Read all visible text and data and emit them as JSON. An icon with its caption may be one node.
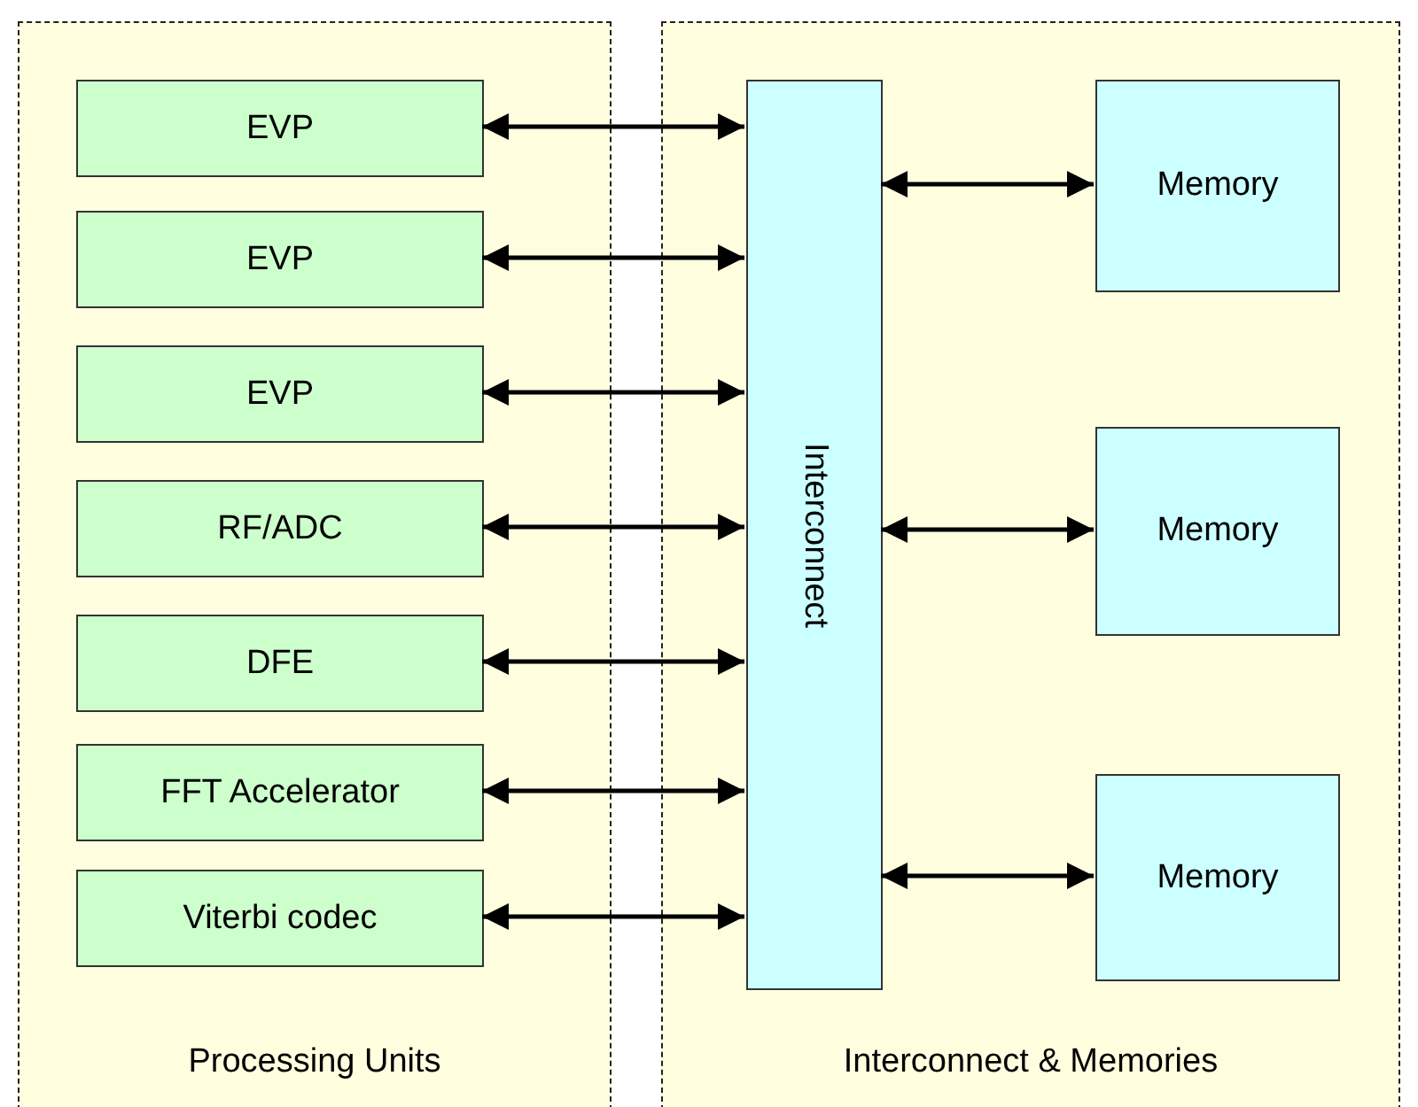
{
  "diagram": {
    "nodes": [
      {
        "text": [
          "Processing Units"
        ]
      },
      {
        "text": [
          "EVP"
        ],
        "in": 0
      },
      {
        "text": [
          "EVP"
        ],
        "in": 0
      },
      {
        "text": [
          "EVP"
        ],
        "in": 0
      },
      {
        "text": [
          "RF/ADC"
        ],
        "in": 0
      },
      {
        "text": [
          "DFE"
        ],
        "in": 0
      },
      {
        "text": [
          "FFT Accelerator"
        ],
        "in": 0
      },
      {
        "text": [
          "Viterbi codec"
        ],
        "in": 0
      },
      {
        "text": [
          "Interconnect & Memories"
        ]
      },
      {
        "text": [
          "Interconnect"
        ],
        "in": 8
      },
      {
        "text": [
          "Memory"
        ],
        "in": 8
      },
      {
        "text": [
          "Memory"
        ],
        "in": 8
      },
      {
        "text": [
          "Memory"
        ],
        "in": 8
      }
    ],
    "edges": [
      {
        "from": 1,
        "to": 9,
        "arrow": "both"
      },
      {
        "from": 2,
        "to": 9,
        "arrow": "both"
      },
      {
        "from": 3,
        "to": 9,
        "arrow": "both"
      },
      {
        "from": 4,
        "to": 9,
        "arrow": "both"
      },
      {
        "from": 5,
        "to": 9,
        "arrow": "both"
      },
      {
        "from": 6,
        "to": 9,
        "arrow": "both"
      },
      {
        "from": 7,
        "to": 9,
        "arrow": "both"
      },
      {
        "from": 9,
        "to": 10,
        "arrow": "both"
      },
      {
        "from": 9,
        "to": 11,
        "arrow": "both"
      },
      {
        "from": 9,
        "to": 12,
        "arrow": "both"
      }
    ]
  }
}
